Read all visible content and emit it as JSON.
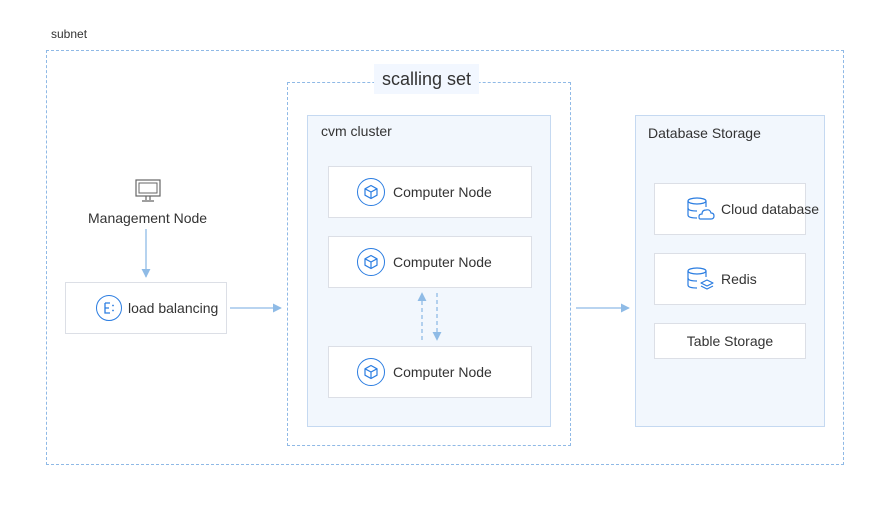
{
  "subnet": {
    "label": "subnet"
  },
  "scaling_set": {
    "label": "scalling set"
  },
  "cvm_cluster": {
    "label": "cvm cluster",
    "nodes": [
      {
        "label": "Computer Node"
      },
      {
        "label": "Computer Node"
      },
      {
        "label": "Computer Node"
      }
    ]
  },
  "management": {
    "label": "Management Node"
  },
  "load_balancing": {
    "label": "load balancing"
  },
  "database": {
    "label": "Database Storage",
    "items": [
      {
        "label": "Cloud database"
      },
      {
        "label": "Redis"
      },
      {
        "label": "Table Storage"
      }
    ]
  },
  "colors": {
    "accent": "#2b7de1",
    "dashed_border": "#8fb9e6",
    "arrow": "#8fbbe6",
    "panel_bg": "#f2f7fd"
  }
}
